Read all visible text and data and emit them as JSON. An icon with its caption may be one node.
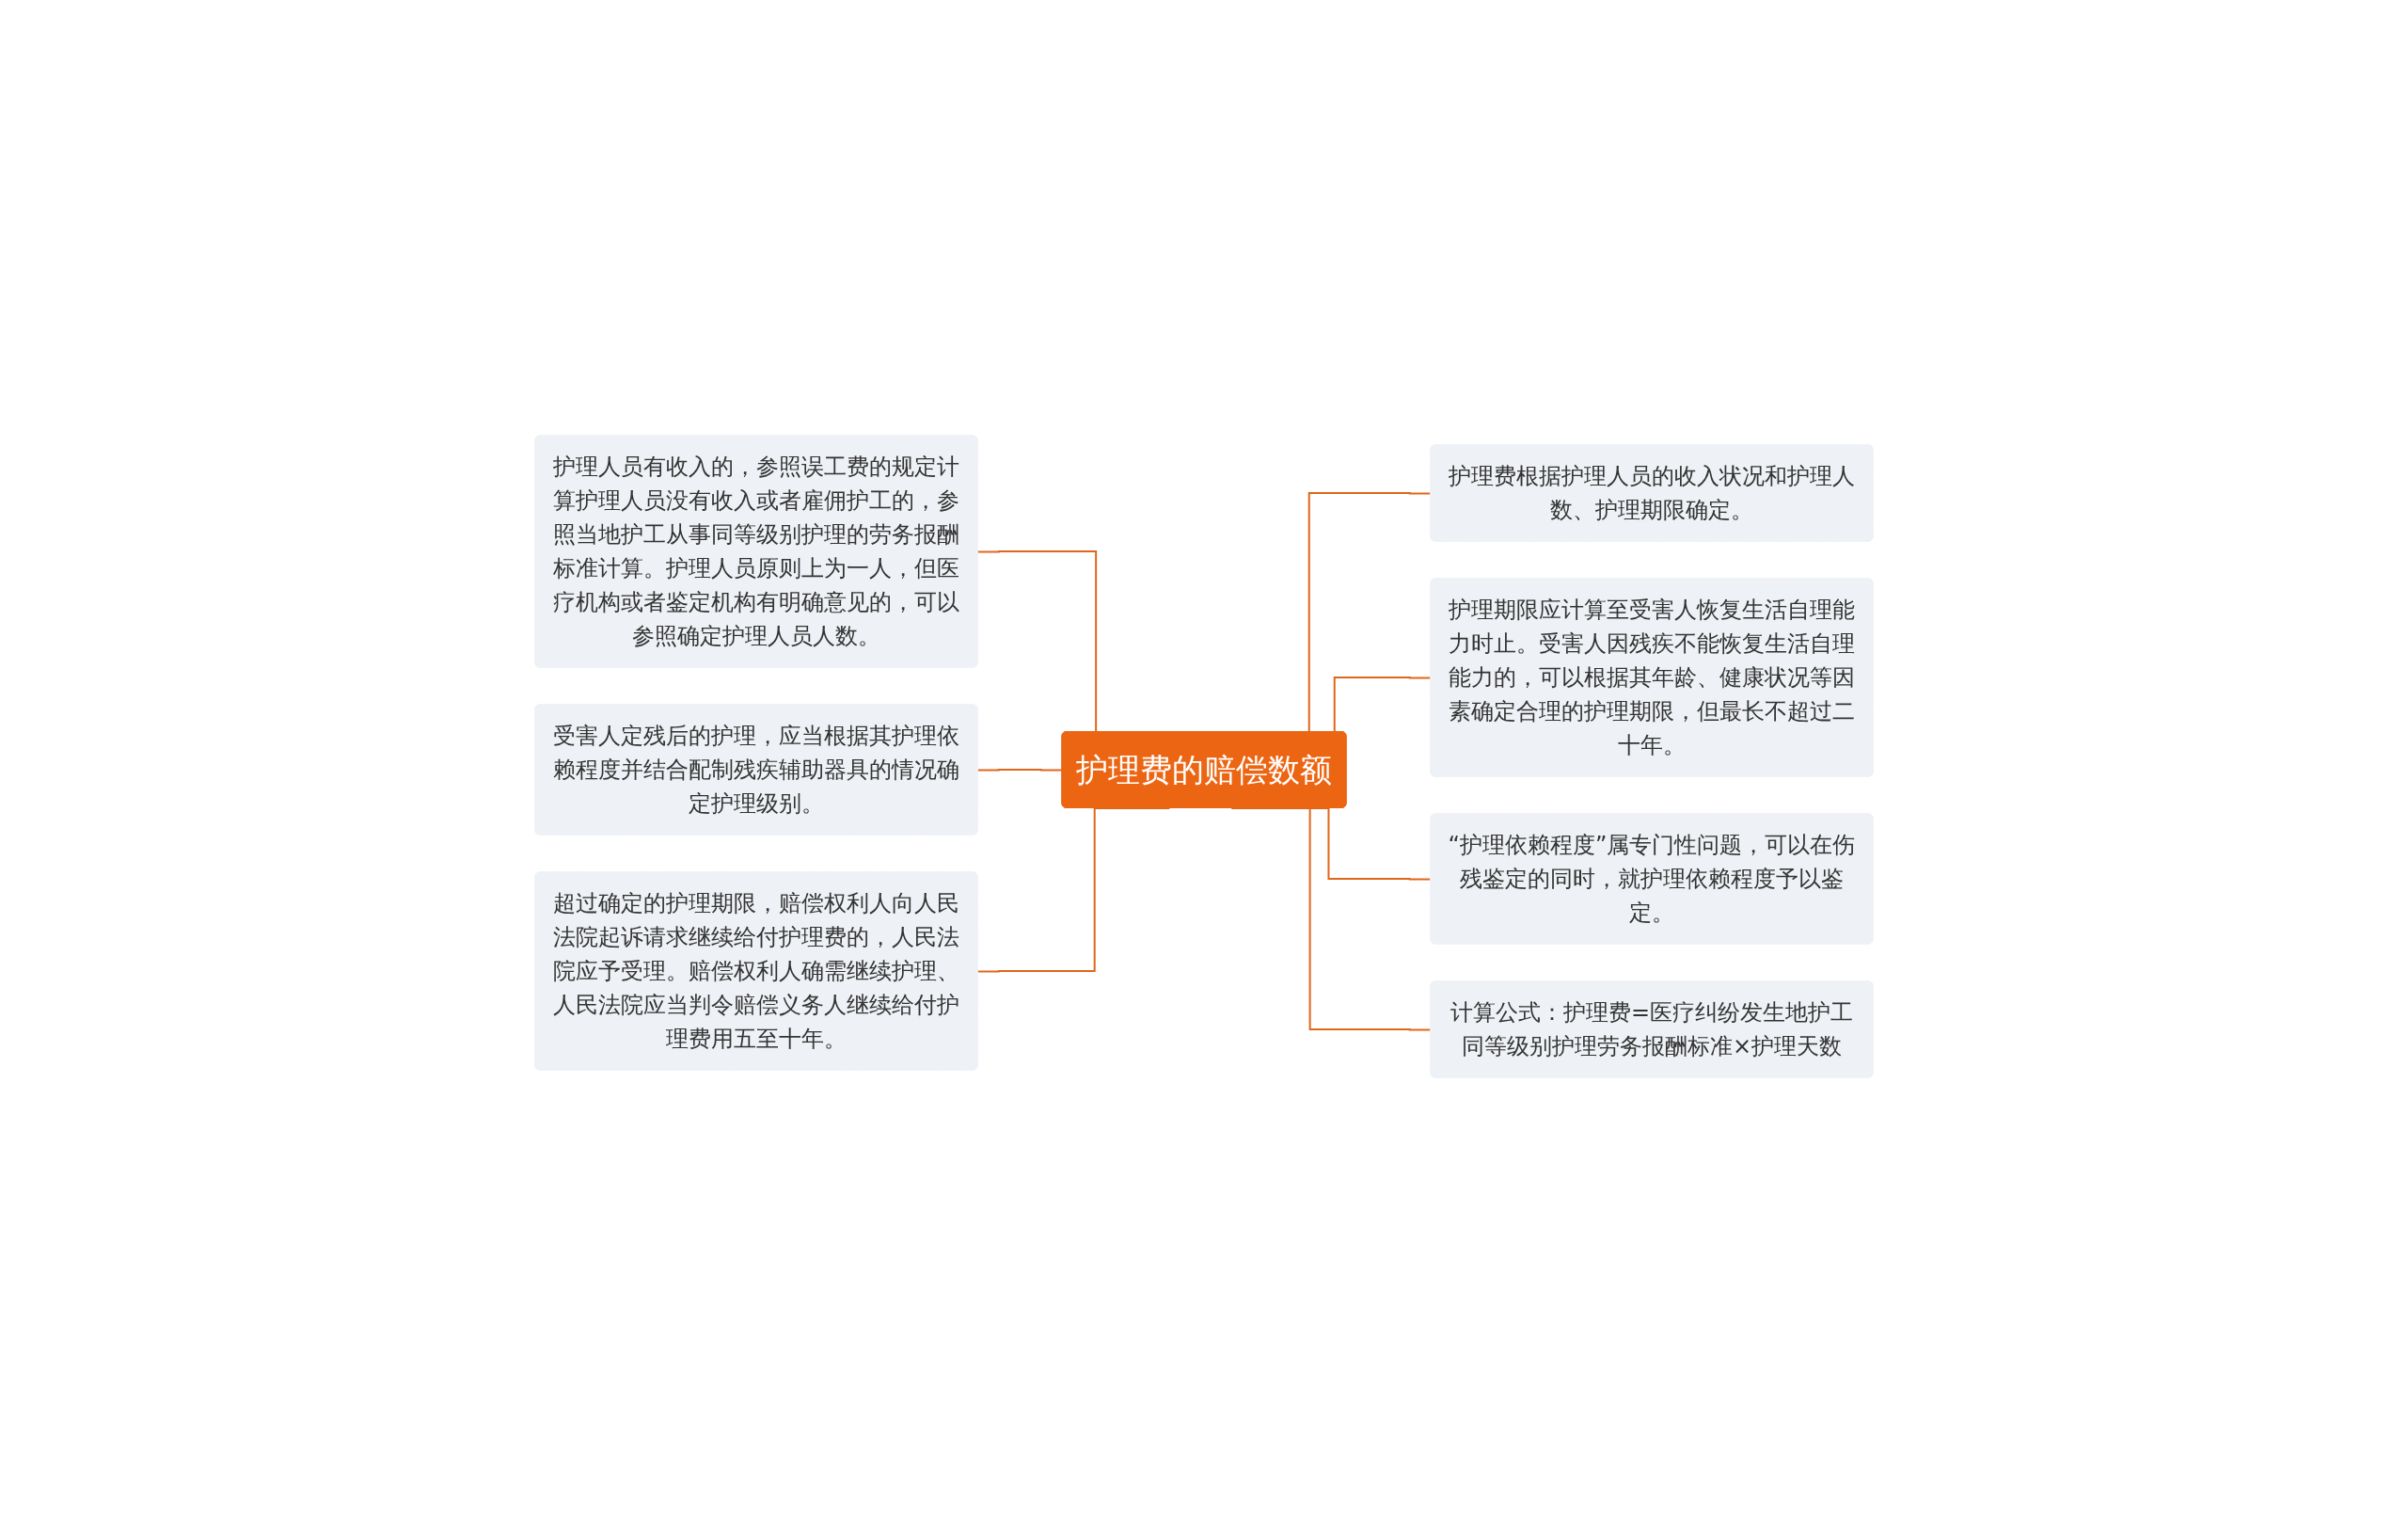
{
  "diagram": {
    "nodes": [
      {
        "text": [
          "护理费的赔偿数额"
        ]
      },
      {
        "text": [
          "护理人员有收入的，参照误工费的规定计算护理人员没有收入或者雇佣护工的，参照当地护工从事同等级别护理的劳务报酬标准计算。护理人员原则上为一人，但医疗机构或者鉴定机构有明确意见的，可以参照确定护理人员人数。"
        ]
      },
      {
        "text": [
          "受害人定残后的护理，应当根据其护理依赖程度并结合配制残疾辅助器具的情况确定护理级别。"
        ]
      },
      {
        "text": [
          "超过确定的护理期限，赔偿权利人向人民法院起诉请求继续给付护理费的，人民法院应予受理。赔偿权利人确需继续护理、人民法院应当判令赔偿义务人继续给付护理费用五至十年。"
        ]
      },
      {
        "text": [
          "护理费根据护理人员的收入状况和护理人数、护理期限确定。"
        ]
      },
      {
        "text": [
          "护理期限应计算至受害人恢复生活自理能力时止。受害人因残疾不能恢复生活自理能力的，可以根据其年龄、健康状况等因素确定合理的护理期限，但最长不超过二十年。"
        ]
      },
      {
        "text": [
          "“护理依赖程度”属专门性问题，可以在伤残鉴定的同时，就护理依赖程度予以鉴定。"
        ]
      },
      {
        "text": [
          "计算公式：护理费=医疗纠纷发生地护工同等级别护理劳务报酬标准×护理天数"
        ]
      }
    ],
    "edges": [
      {
        "from": 1,
        "to": 0,
        "arrow": "none"
      },
      {
        "from": 2,
        "to": 0,
        "arrow": "none"
      },
      {
        "from": 3,
        "to": 0,
        "arrow": "none"
      },
      {
        "from": 0,
        "to": 4,
        "arrow": "none"
      },
      {
        "from": 0,
        "to": 5,
        "arrow": "none"
      },
      {
        "from": 0,
        "to": 6,
        "arrow": "none"
      },
      {
        "from": 0,
        "to": 7,
        "arrow": "none"
      }
    ]
  }
}
